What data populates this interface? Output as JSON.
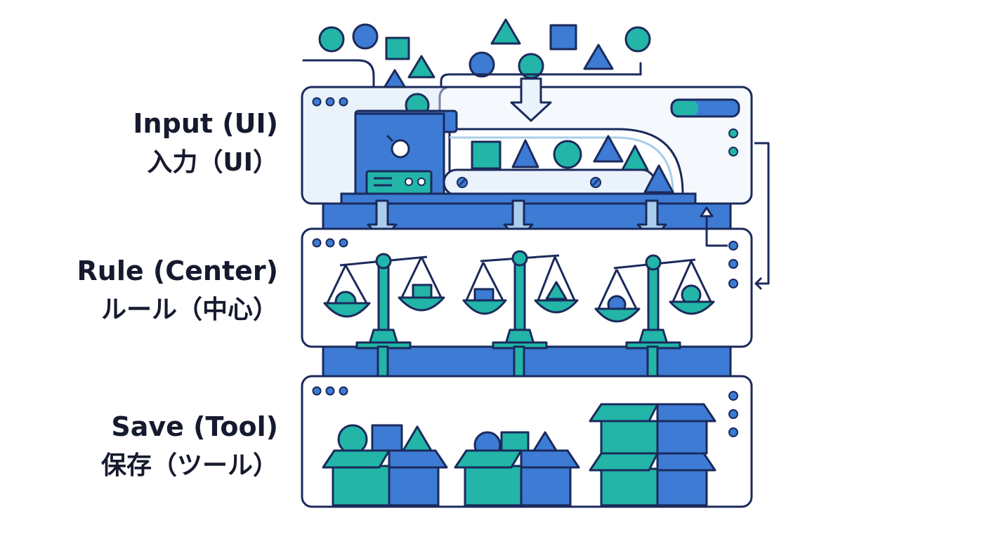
{
  "layers": [
    {
      "id": "input",
      "label_en": "Input (UI)",
      "label_ja": "入力（UI）"
    },
    {
      "id": "rule",
      "label_en": "Rule (Center)",
      "label_ja": "ルール（中心）"
    },
    {
      "id": "save",
      "label_en": "Save (Tool)",
      "label_ja": "保存（ツール）"
    }
  ],
  "colors": {
    "navy": "#1b2a5b",
    "blue": "#3d7bd4",
    "teal": "#22b5a8",
    "light_blue": "#eaf2fb",
    "mid_blue": "#a9cdea"
  },
  "icons": [
    "circle-shape",
    "square-shape",
    "triangle-shape",
    "balance-scale-icon",
    "dial-icon",
    "open-box-icon",
    "arrow-down-icon",
    "arrow-up-icon"
  ]
}
